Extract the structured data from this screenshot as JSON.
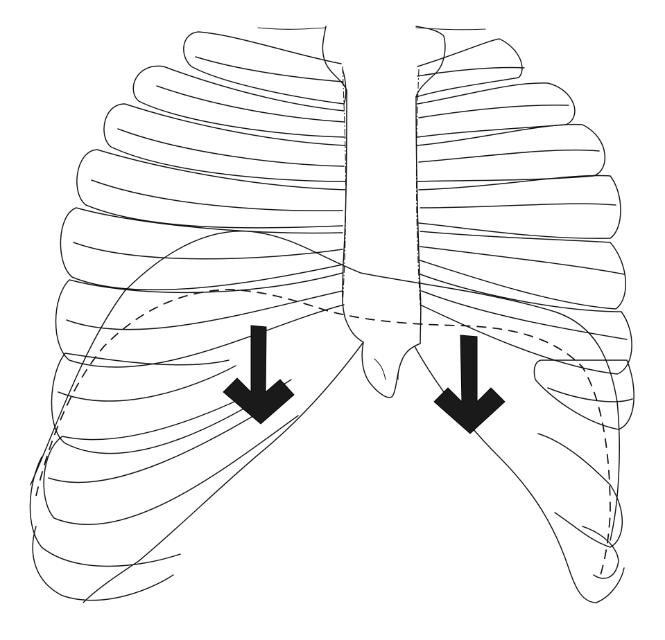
{
  "figure": {
    "subject": "rib-cage-anterior-view",
    "colors": {
      "line": "#111111",
      "background": "#ffffff",
      "arrow": "#1a1a1a"
    },
    "arrows": [
      {
        "name": "left-downward-arrow",
        "direction": "down"
      },
      {
        "name": "right-downward-arrow",
        "direction": "down"
      }
    ]
  }
}
